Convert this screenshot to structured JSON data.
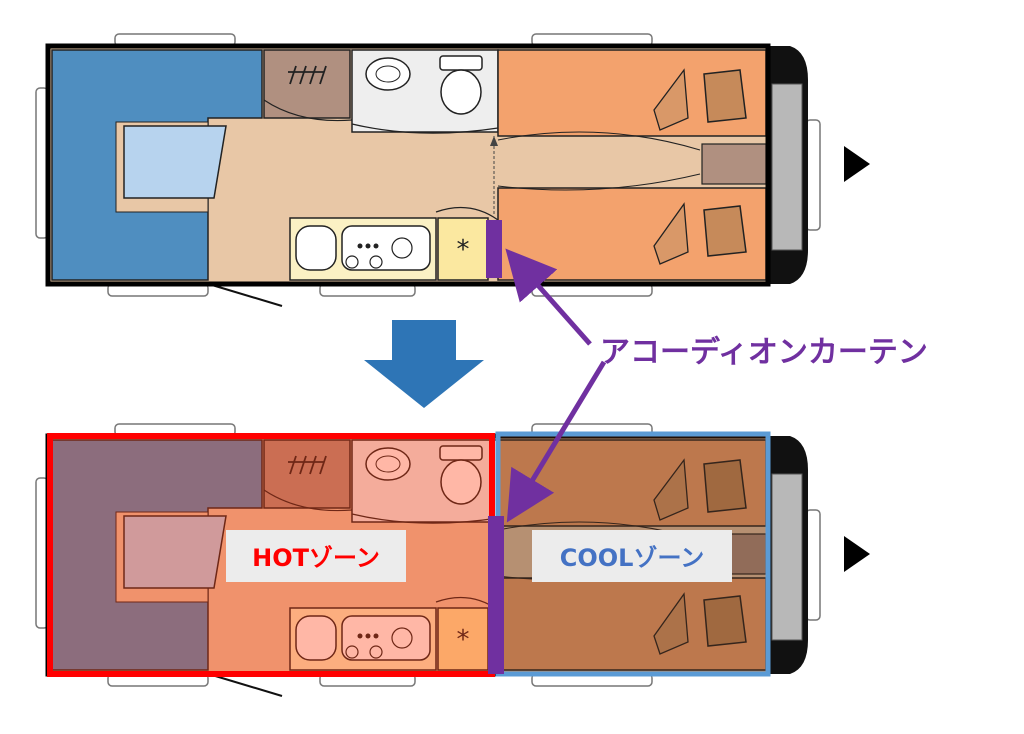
{
  "callout": {
    "label": "アコーディオンカーテン",
    "color": "#7030a0"
  },
  "zones": {
    "hot": {
      "label": "HOTゾーン",
      "color": "#ff0000"
    },
    "cool": {
      "label": "COOLゾーン",
      "color": "#4472c4"
    }
  },
  "colors": {
    "arrow_down": "#2e75b6",
    "curtain": "#7030a0",
    "dinette": "#4f8ec0",
    "bed": "#f3a26d",
    "floor": "#e8c7a6",
    "kitchen": "#fbf1c4",
    "wall": "#000000"
  }
}
